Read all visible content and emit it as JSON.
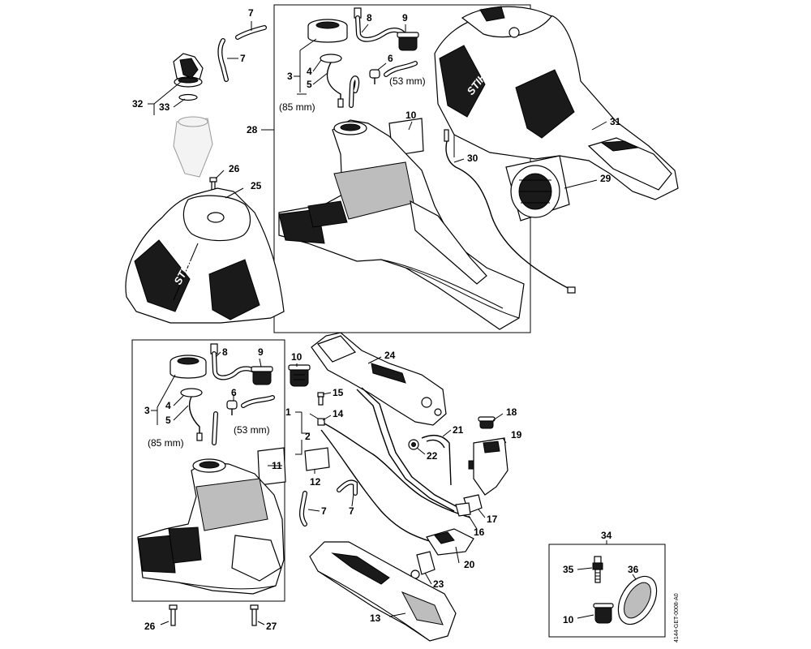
{
  "diagram": {
    "reference_code": "4144-GET-0008-A0",
    "stihl_logo_text": "STIHL",
    "dimension_labels": {
      "hose_85": "(85 mm)",
      "hose_53": "(53 mm)"
    },
    "labels": {
      "top_left": {
        "p7a": "7",
        "p7b": "7",
        "p32": "32",
        "p33": "33",
        "p26": "26",
        "p25": "25",
        "p28": "28"
      },
      "top_box": {
        "p8": "8",
        "p9": "9",
        "p3": "3",
        "p4": "4",
        "p5": "5",
        "p6": "6",
        "p10": "10"
      },
      "top_right": {
        "p31": "31",
        "p30": "30",
        "p29": "29"
      },
      "bottom_box": {
        "p8": "8",
        "p9": "9",
        "p3": "3",
        "p4": "4",
        "p5": "5",
        "p6": "6",
        "p11": "11"
      },
      "bottom_mid": {
        "p10": "10",
        "p24": "24",
        "p15": "15",
        "p14": "14",
        "p1": "1",
        "p2": "2",
        "p12": "12",
        "p7a": "7",
        "p7b": "7",
        "p18": "18",
        "p21": "21",
        "p19": "19",
        "p22": "22",
        "p17": "17",
        "p16": "16",
        "p20": "20",
        "p23": "23",
        "p13": "13",
        "p26": "26",
        "p27": "27"
      },
      "kit": {
        "p34": "34",
        "p35": "35",
        "p36": "36",
        "p10": "10"
      }
    }
  }
}
